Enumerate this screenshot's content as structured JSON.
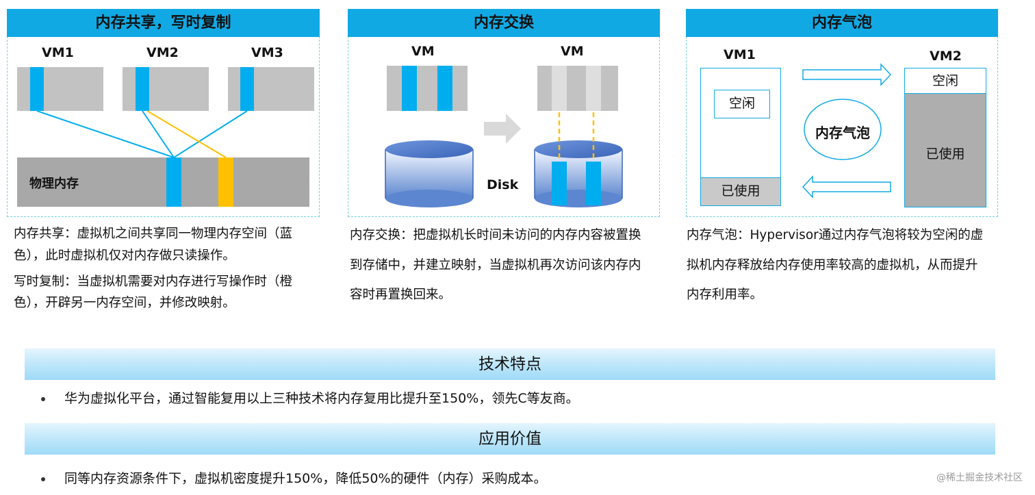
{
  "panels": {
    "sharing": {
      "title": "内存共享，写时复制",
      "vm_labels": [
        "VM1",
        "VM2",
        "VM3"
      ],
      "physical_label": "物理内存",
      "desc_1": "内存共享：虚拟机之间共享同一物理内存空间（蓝色），此时虚拟机仅对内存做只读操作。",
      "desc_2": "写时复制：当虚拟机需要对内存进行写操作时（橙色），开辟另一内存空间，并修改映射。"
    },
    "swap": {
      "title": "内存交换",
      "vm_left": "VM",
      "vm_right": "VM",
      "disk_label": "Disk",
      "desc": "内存交换：把虚拟机长时间未访问的内存内容被置换到存储中，并建立映射，当虚拟机再次访问该内存内容时再置换回来。"
    },
    "balloon": {
      "title": "内存气泡",
      "vm1": "VM1",
      "vm2": "VM2",
      "idle_1": "空闲",
      "used_1": "已使用",
      "idle_2": "空闲",
      "used_2": "已使用",
      "bubble": "内存气泡",
      "desc": "内存气泡：Hypervisor通过内存气泡将较为空闲的虚拟机内存释放给内存使用率较高的虚拟机，从而提升内存利用率。"
    }
  },
  "features": {
    "heading": "技术特点",
    "bullet": "华为虚拟化平台，通过智能复用以上三种技术将内存复用比提升至150%，领先C等友商。"
  },
  "value": {
    "heading": "应用价值",
    "bullet": "同等内存资源条件下，虚拟机密度提升150%，降低50%的硬件（内存）采购成本。"
  },
  "watermark": "@稀土掘金技术社区",
  "colors": {
    "title_bar": "#11a9e4",
    "share_blue": "#00aeef",
    "cow_orange": "#ffc000",
    "block_gray": "#c2c2c2",
    "panel_border": "#6fd0d8"
  }
}
